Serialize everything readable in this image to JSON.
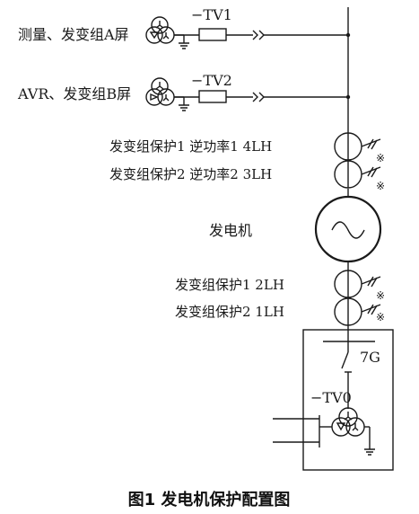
{
  "labels": {
    "tv1": "−TV1",
    "tv2": "−TV2",
    "screen_a": "测量、发变组A屏",
    "screen_b": "AVR、发变组B屏",
    "ct_4lh": "发变组保护1  逆功率1  4LH",
    "ct_3lh": "发变组保护2  逆功率2  3LH",
    "generator": "发电机",
    "ct_2lh": "发变组保护1  2LH",
    "ct_1lh": "发变组保护2  1LH",
    "switch_7g": "7G",
    "tv0": "−TV0",
    "star_mark": "※",
    "caption": "图1   发电机保护配置图"
  }
}
